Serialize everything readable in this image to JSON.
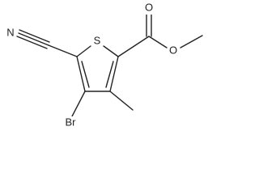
{
  "molecule": {
    "atoms": {
      "sulfur": "S",
      "ester_carbonyl_oxygen": "O",
      "ester_ether_oxygen": "O",
      "nitrile_nitrogen": "N",
      "bromine": "Br"
    },
    "colors": {
      "bond": "#222222",
      "label": "#222222",
      "background": "#ffffff"
    }
  }
}
